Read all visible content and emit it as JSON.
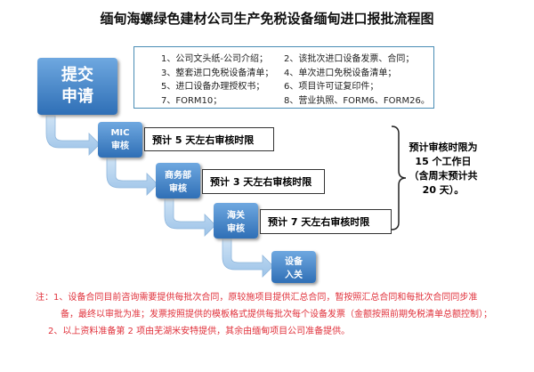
{
  "title": "缅甸海螺绿色建材公司生产免税设备缅甸进口报批流程图",
  "documents": [
    [
      "1、公司文头纸-公司介绍；",
      "2、该批次进口设备发票、合同；"
    ],
    [
      "3、整套进口免税设备清单；",
      "4、单次进口免税设备清单；"
    ],
    [
      "5、进口设备办理授权书；",
      "6、项目许可证复印件；"
    ],
    [
      "7、FORM10；",
      "8、营业执照、FORM6、FORM26。"
    ]
  ],
  "steps": {
    "submit": [
      "提交",
      "申请"
    ],
    "mic": [
      "MIC",
      "审核"
    ],
    "commerce": [
      "商务部",
      "审核"
    ],
    "customs": [
      "海关",
      "审核"
    ],
    "entry": [
      "设备",
      "入关"
    ]
  },
  "durations": {
    "mic": "预计 5 天左右审核时限",
    "commerce": "预计 3 天左右审核时限",
    "customs": "预计 7 天左右审核时限"
  },
  "total": "预计审核时限为 15 个工作日（含周末预计共 20 天）。",
  "notes": [
    "注：1、设备合同目前咨询需要提供每批次合同，原较施项目提供汇总合同，暂按照汇总合同和每批次合同同步准",
    "备，最终以审批为准；发票按照提供的模板格式提供每批次每个设备发票（金额按照前期免税清单总额控制）；",
    "2、以上资料准备第 2 项由芜湖米安特提供，其余由缅甸项目公司准备提供。"
  ]
}
